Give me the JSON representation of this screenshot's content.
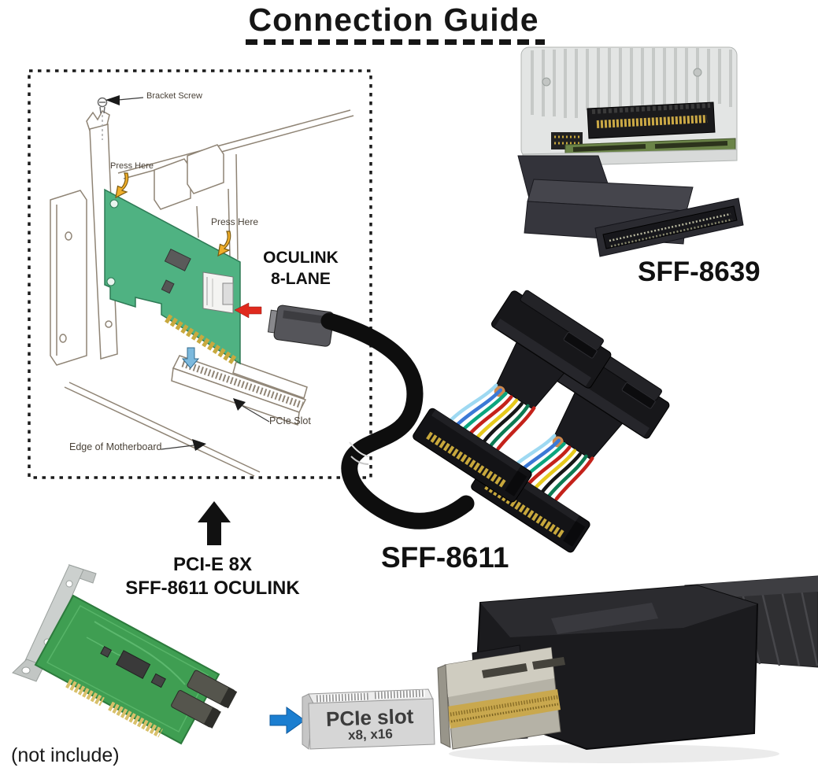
{
  "title": "Connection Guide",
  "diagram": {
    "bracket_screw": "Bracket Screw",
    "press_here_top": "Press Here",
    "press_here_right": "Press Here",
    "oculink_line1": "OCULINK",
    "oculink_line2": "8-LANE",
    "pcie_slot": "PCIe Slot",
    "motherboard_edge": "Edge of Motherboard"
  },
  "labels": {
    "sff8639": "SFF-8639",
    "sff8611": "SFF-8611",
    "card_line1": "PCI-E 8X",
    "card_line2": "SFF-8611 OCULINK",
    "not_include": "(not include)",
    "pcie_slot_line1": "PCIe slot",
    "pcie_slot_line2": "x8, x16"
  },
  "icons": {
    "up_arrow": "black-up-arrow",
    "blue_right_arrow": "blue-right-arrow",
    "press_here_arrow": "yellow-bent-arrow",
    "oculink_port_pointer": "red-left-arrow",
    "slot_insert_pointer": "blue-down-arrow"
  },
  "colors": {
    "diagram_card_green": "#4fb282",
    "photo_card_green": "#3f9e52",
    "press_arrow_yellow": "#f0ae2a",
    "oculink_arrow_red": "#e02a1e",
    "slot_arrow_blue": "#1b7ed0",
    "gold_pins": "#c8a83c",
    "line_art": "#8f8475",
    "text_color": "#141414"
  }
}
